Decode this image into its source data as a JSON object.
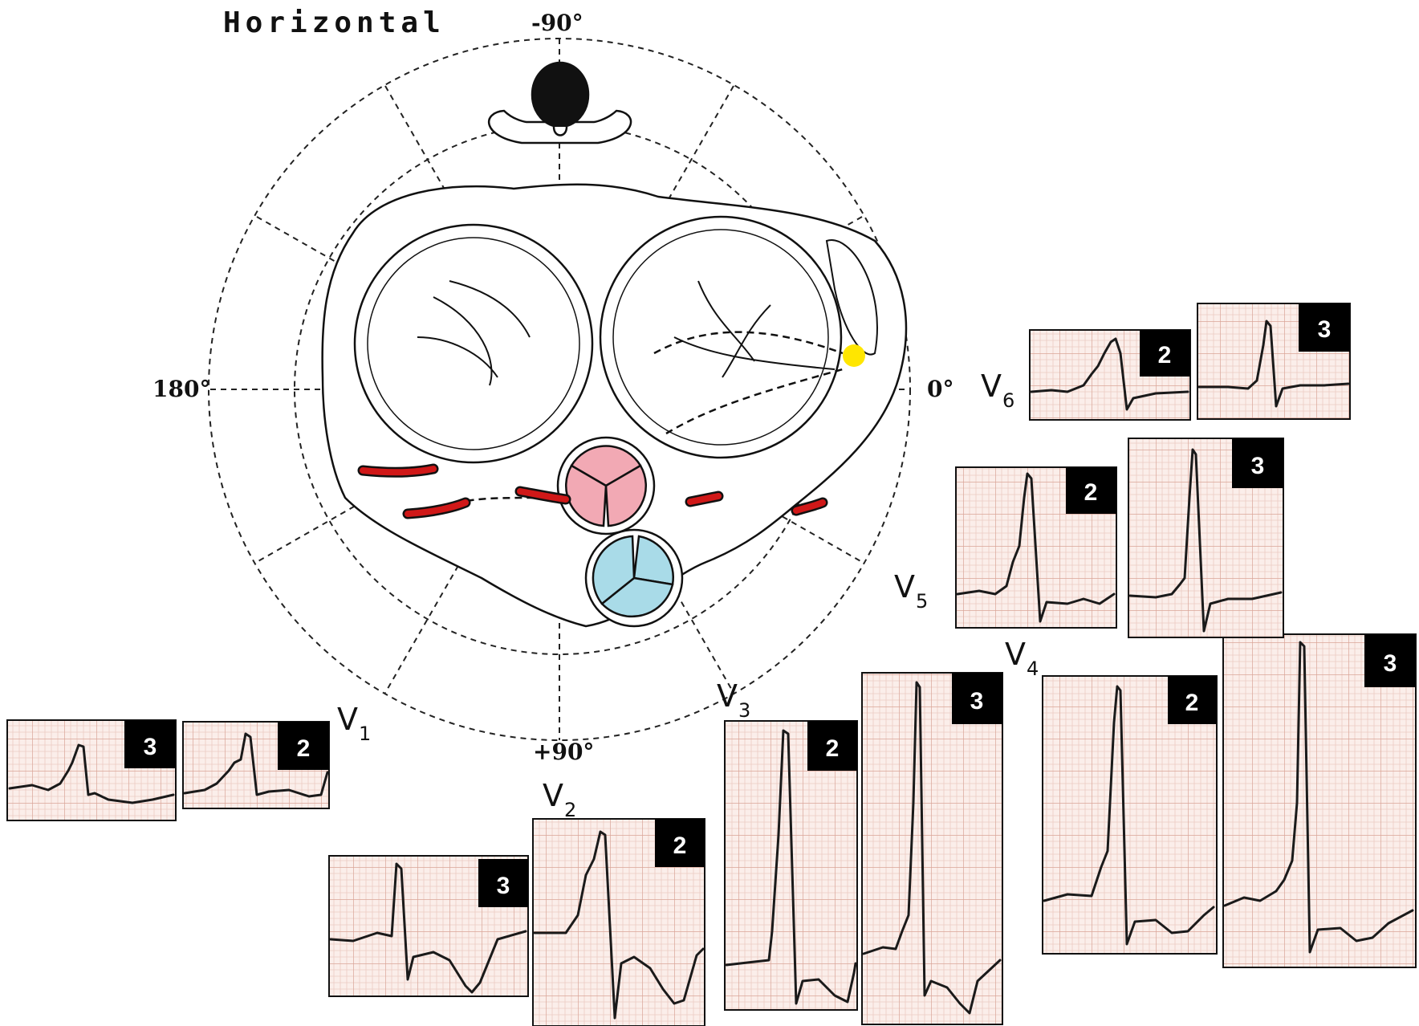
{
  "title": "Horizontal",
  "axis_labels": {
    "top": "-90°",
    "bottom": "+90°",
    "left": "180°",
    "right": "0°"
  },
  "leads": [
    {
      "id": "V1",
      "letter": "V",
      "sub": "1"
    },
    {
      "id": "V2",
      "letter": "V",
      "sub": "2"
    },
    {
      "id": "V3",
      "letter": "V",
      "sub": "3"
    },
    {
      "id": "V4",
      "letter": "V",
      "sub": "4"
    },
    {
      "id": "V5",
      "letter": "V",
      "sub": "5"
    },
    {
      "id": "V6",
      "letter": "V",
      "sub": "6"
    }
  ],
  "strip_badges": {
    "v1_a": "3",
    "v1_b": "2",
    "v2_a": "3",
    "v2_b": "2",
    "v3_a": "2",
    "v3_b": "3",
    "v4_a": "2",
    "v4_b": "3",
    "v5_a": "2",
    "v5_b": "3",
    "v6_a": "2",
    "v6_b": "3"
  },
  "colors": {
    "ecg_paper": "#fbeeea",
    "grid_line": "#e0b3a8",
    "aortic_valve": "#f2a9b4",
    "pulmonary_valve": "#a9dbe8",
    "coronary": "#d01818",
    "electrode": "#ffe600",
    "badge": "#000000"
  }
}
